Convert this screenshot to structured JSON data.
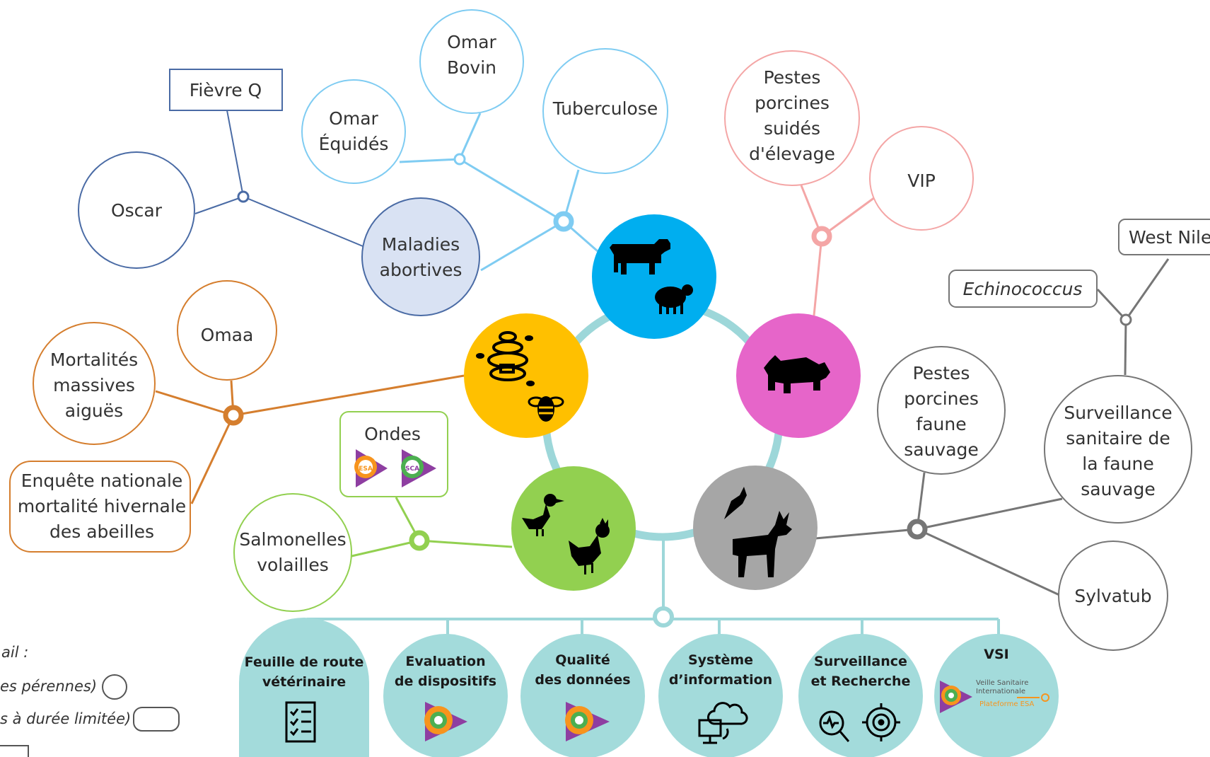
{
  "colors": {
    "blue_light": "#7FCCF2",
    "blue_dark": "#4A6BA5",
    "abortive_fill": "#D9E2F3",
    "pink_light": "#F4A6A6",
    "orange": "#D57E2E",
    "green_light": "#92D050",
    "gray": "#767676",
    "teal_ring": "#9DD7D9",
    "teal_fill": "#A3DBDB",
    "hub_cattle": "#00AEEF",
    "hub_pig": "#E665C9",
    "hub_bee": "#FFC000",
    "hub_poultry": "#92D050",
    "hub_wild": "#A6A6A6"
  },
  "hubs": {
    "cattle": {
      "icon": "cow-sheep-icon"
    },
    "pig": {
      "icon": "pig-icon"
    },
    "bee": {
      "icon": "beehive-bee-icon"
    },
    "poultry": {
      "icon": "duck-rooster-icon"
    },
    "wildlife": {
      "icon": "bird-deer-icon"
    }
  },
  "nodes": {
    "fievre_q": [
      "Fièvre Q"
    ],
    "omar_bovin": [
      "Omar",
      "Bovin"
    ],
    "omar_equides": [
      "Omar",
      "Équidés"
    ],
    "tuberculose": [
      "Tuberculose"
    ],
    "oscar": [
      "Oscar"
    ],
    "maladies_abortives": [
      "Maladies",
      "abortives"
    ],
    "pestes_elevage": [
      "Pestes",
      "porcines",
      "suidés",
      "d'élevage"
    ],
    "vip": [
      "VIP"
    ],
    "west_nile": [
      "West Nile"
    ],
    "echinococcus": [
      "Echinococcus"
    ],
    "omaa": [
      "Omaa"
    ],
    "mortalites": [
      "Mortalités",
      "massives",
      "aiguës"
    ],
    "enquete": [
      "Enquête nationale",
      "mortalité hivernale",
      "des abeilles"
    ],
    "ondes": [
      "Ondes"
    ],
    "salmonelles": [
      "Salmonelles",
      "volailles"
    ],
    "pestes_faune": [
      "Pestes",
      "porcines",
      "faune",
      "sauvage"
    ],
    "surveillance_faune": [
      "Surveillance",
      "sanitaire de",
      "la faune",
      "sauvage"
    ],
    "sylvatub": [
      "Sylvatub"
    ]
  },
  "axes": [
    {
      "lines": [
        "Feuille de route",
        "vétérinaire"
      ],
      "icon": "checklist-icon"
    },
    {
      "lines": [
        "Evaluation",
        "de dispositifs"
      ],
      "icon": "esa-logo-icon"
    },
    {
      "lines": [
        "Qualité",
        "des données"
      ],
      "icon": "esa-logo-icon"
    },
    {
      "lines": [
        "Système",
        "d’information"
      ],
      "icon": "cloud-computer-icon"
    },
    {
      "lines": [
        "Surveillance",
        "et Recherche"
      ],
      "icon": "search-target-icon"
    },
    {
      "lines": [
        "VSI"
      ],
      "icon": "vsi-logo-icon",
      "logo_text": [
        "Veille Sanitaire",
        "Internationale",
        "Plateforme ESA"
      ]
    }
  ],
  "logos": {
    "esa_badge": "ESA",
    "sca_badge": "SCA"
  },
  "legend": {
    "line1": "ail :",
    "line2": "es pérennes)",
    "line3": "s à durée limitée)"
  }
}
